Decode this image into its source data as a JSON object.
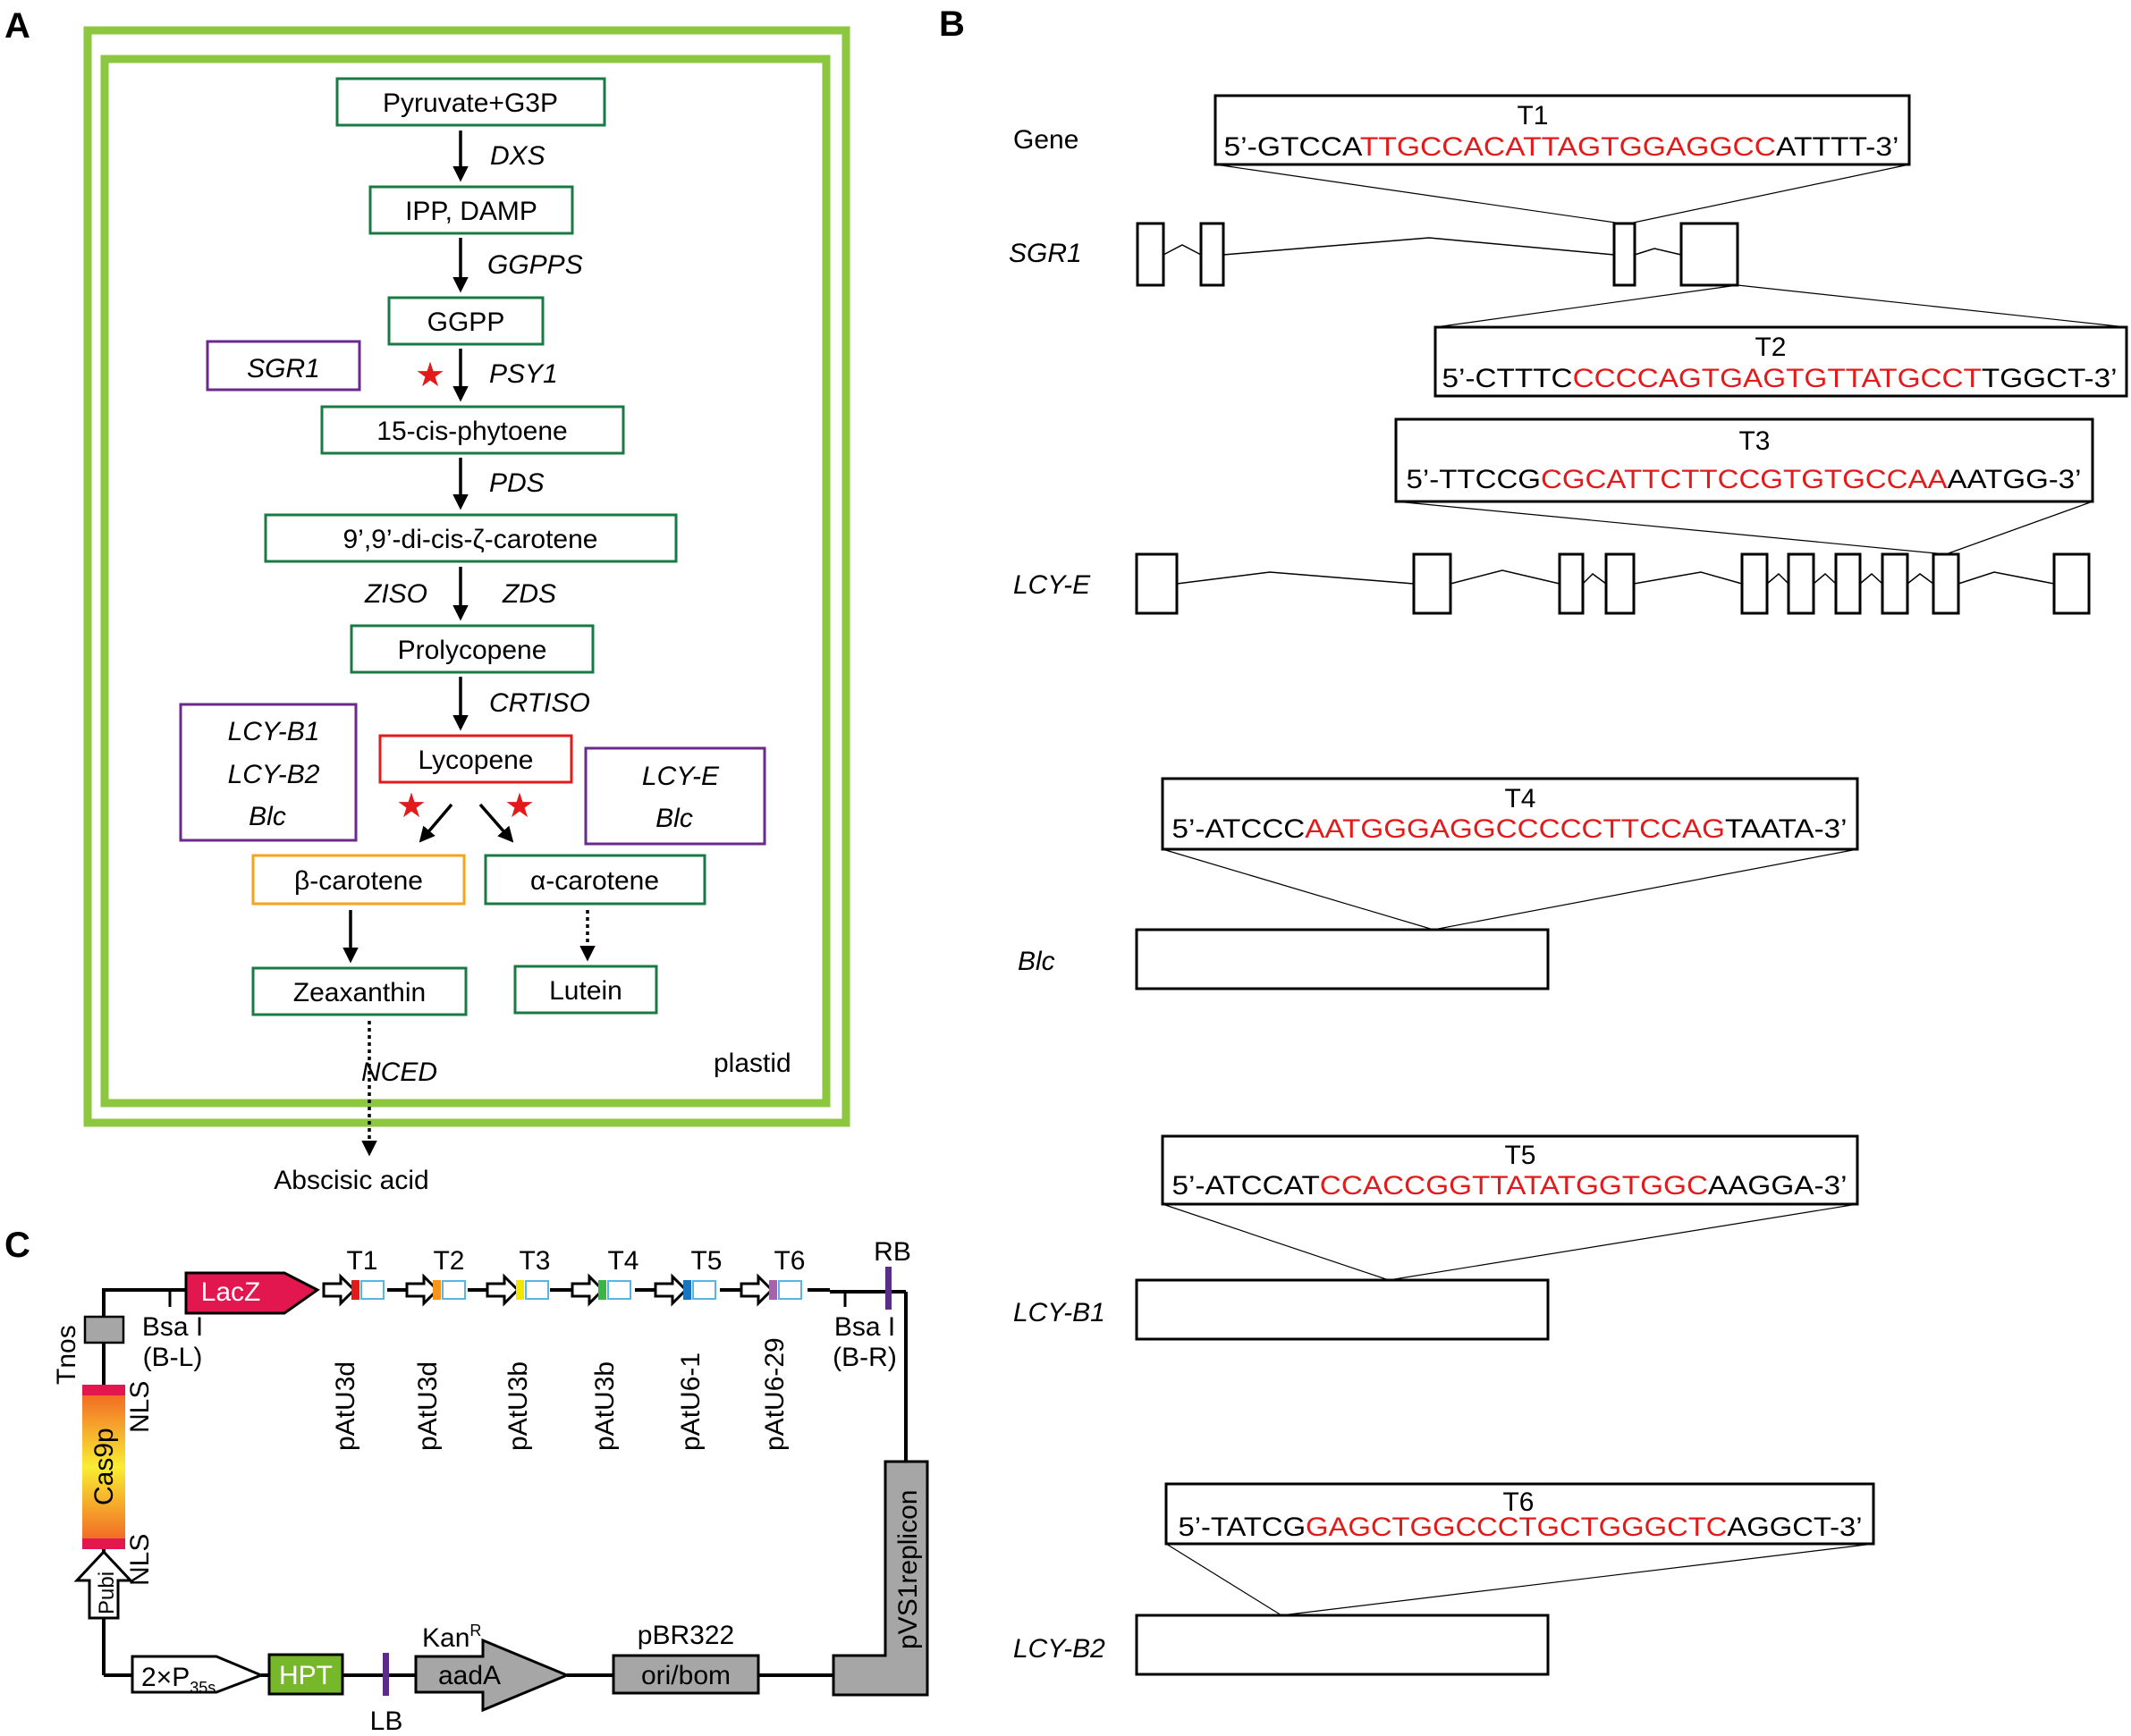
{
  "panels": {
    "a": "A",
    "b": "B",
    "c": "C"
  },
  "colors": {
    "plastid": "#8dc63f",
    "metabolite": "#1a7a44",
    "gene_box": "#6a2a8c",
    "lycopene": "#e21a1a",
    "beta_carotene": "#f7a21b",
    "red_seq": "#e21a1a",
    "lacz": "#e3174f",
    "hpt": "#76b82a",
    "grey": "#a6a6a6",
    "border": "#5b2d86"
  },
  "pathway": {
    "metabolites": {
      "pyruvate": "Pyruvate+G3P",
      "ipp": "IPP, DAMP",
      "ggpp": "GGPP",
      "phytoene": "15-cis-phytoene",
      "carotene_z": "9’,9’-di-cis-ζ-carotene",
      "prolycopene": "Prolycopene",
      "lycopene": "Lycopene",
      "beta": "β-carotene",
      "alpha": "α-carotene",
      "zeaxanthin": "Zeaxanthin",
      "lutein": "Lutein",
      "aba": "Abscisic acid"
    },
    "enzymes": {
      "dxs": "DXS",
      "ggpps": "GGPPS",
      "psy1": "PSY1",
      "pds": "PDS",
      "ziso": "ZISO",
      "zds": "ZDS",
      "crtiso": "CRTISO",
      "nced": "NCED"
    },
    "gene_boxes": {
      "sgr1": "SGR1",
      "lcyb_group": [
        "LCY-B1",
        "LCY-B2",
        "Blc"
      ],
      "lcye_group": [
        "LCY-E",
        "Blc"
      ]
    },
    "plastid_label": "plastid",
    "star": "★"
  },
  "targets": {
    "gene_header": "Gene",
    "genes": {
      "sgr1": "SGR1",
      "lcye": "LCY-E",
      "blc": "Blc",
      "lcyb1": "LCY-B1",
      "lcyb2": "LCY-B2"
    },
    "items": [
      {
        "label": "T1",
        "prefix": "5’-GTCCA",
        "target": "TTGCCACATTAGTGGAGGCC",
        "suffix": "ATTTT-3’"
      },
      {
        "label": "T2",
        "prefix": "5’-CTTTC",
        "target": "CCCCAGTGAGTGTTATGCCT",
        "suffix": "TGGCT-3’"
      },
      {
        "label": "T3",
        "prefix": "5’-TTCCG",
        "target": "CGCATTCTTCCGTGTGCCAA",
        "suffix": "AATGG-3’"
      },
      {
        "label": "T4",
        "prefix": "5’-ATCCC",
        "target": "AATGGGAGGCCCCCTTCCAG",
        "suffix": "TAATA-3’"
      },
      {
        "label": "T5",
        "prefix": "5’-ATCCAT",
        "target": "CCACCGGTTATATGGTGGC",
        "suffix": "AAGGA-3’"
      },
      {
        "label": "T6",
        "prefix": "5’-TATCG",
        "target": "GAGCTGGCCCTGCTGGGCTC",
        "suffix": "AGGCT-3’"
      }
    ]
  },
  "vector": {
    "lacz": "LacZ",
    "t_labels": [
      "T1",
      "T2",
      "T3",
      "T4",
      "T5",
      "T6"
    ],
    "t_colors": [
      "#e21a1a",
      "#f7941d",
      "#f2e600",
      "#39b54a",
      "#1b75bc",
      "#a265aa"
    ],
    "promoters": [
      "pAtU3d",
      "pAtU3d",
      "pAtU3b",
      "pAtU3b",
      "pAtU6-1",
      "pAtU6-29"
    ],
    "rb": "RB",
    "lb": "LB",
    "bsa_left": [
      "Bsa I",
      "(B-L)"
    ],
    "bsa_right": [
      "Bsa I",
      "(B-R)"
    ],
    "tnos": "Tnos",
    "nls": "NLS",
    "cas9": "Cas9p",
    "pubi": "Pubi",
    "p35s_main": "2×P",
    "p35s_sub": "35s",
    "hpt": "HPT",
    "kan_main": "Kan",
    "kan_sup": "R",
    "aada": "aadA",
    "pbr_top": "pBR322",
    "pbr_box": "ori/bom",
    "pvs1": "pVS1replicon"
  }
}
